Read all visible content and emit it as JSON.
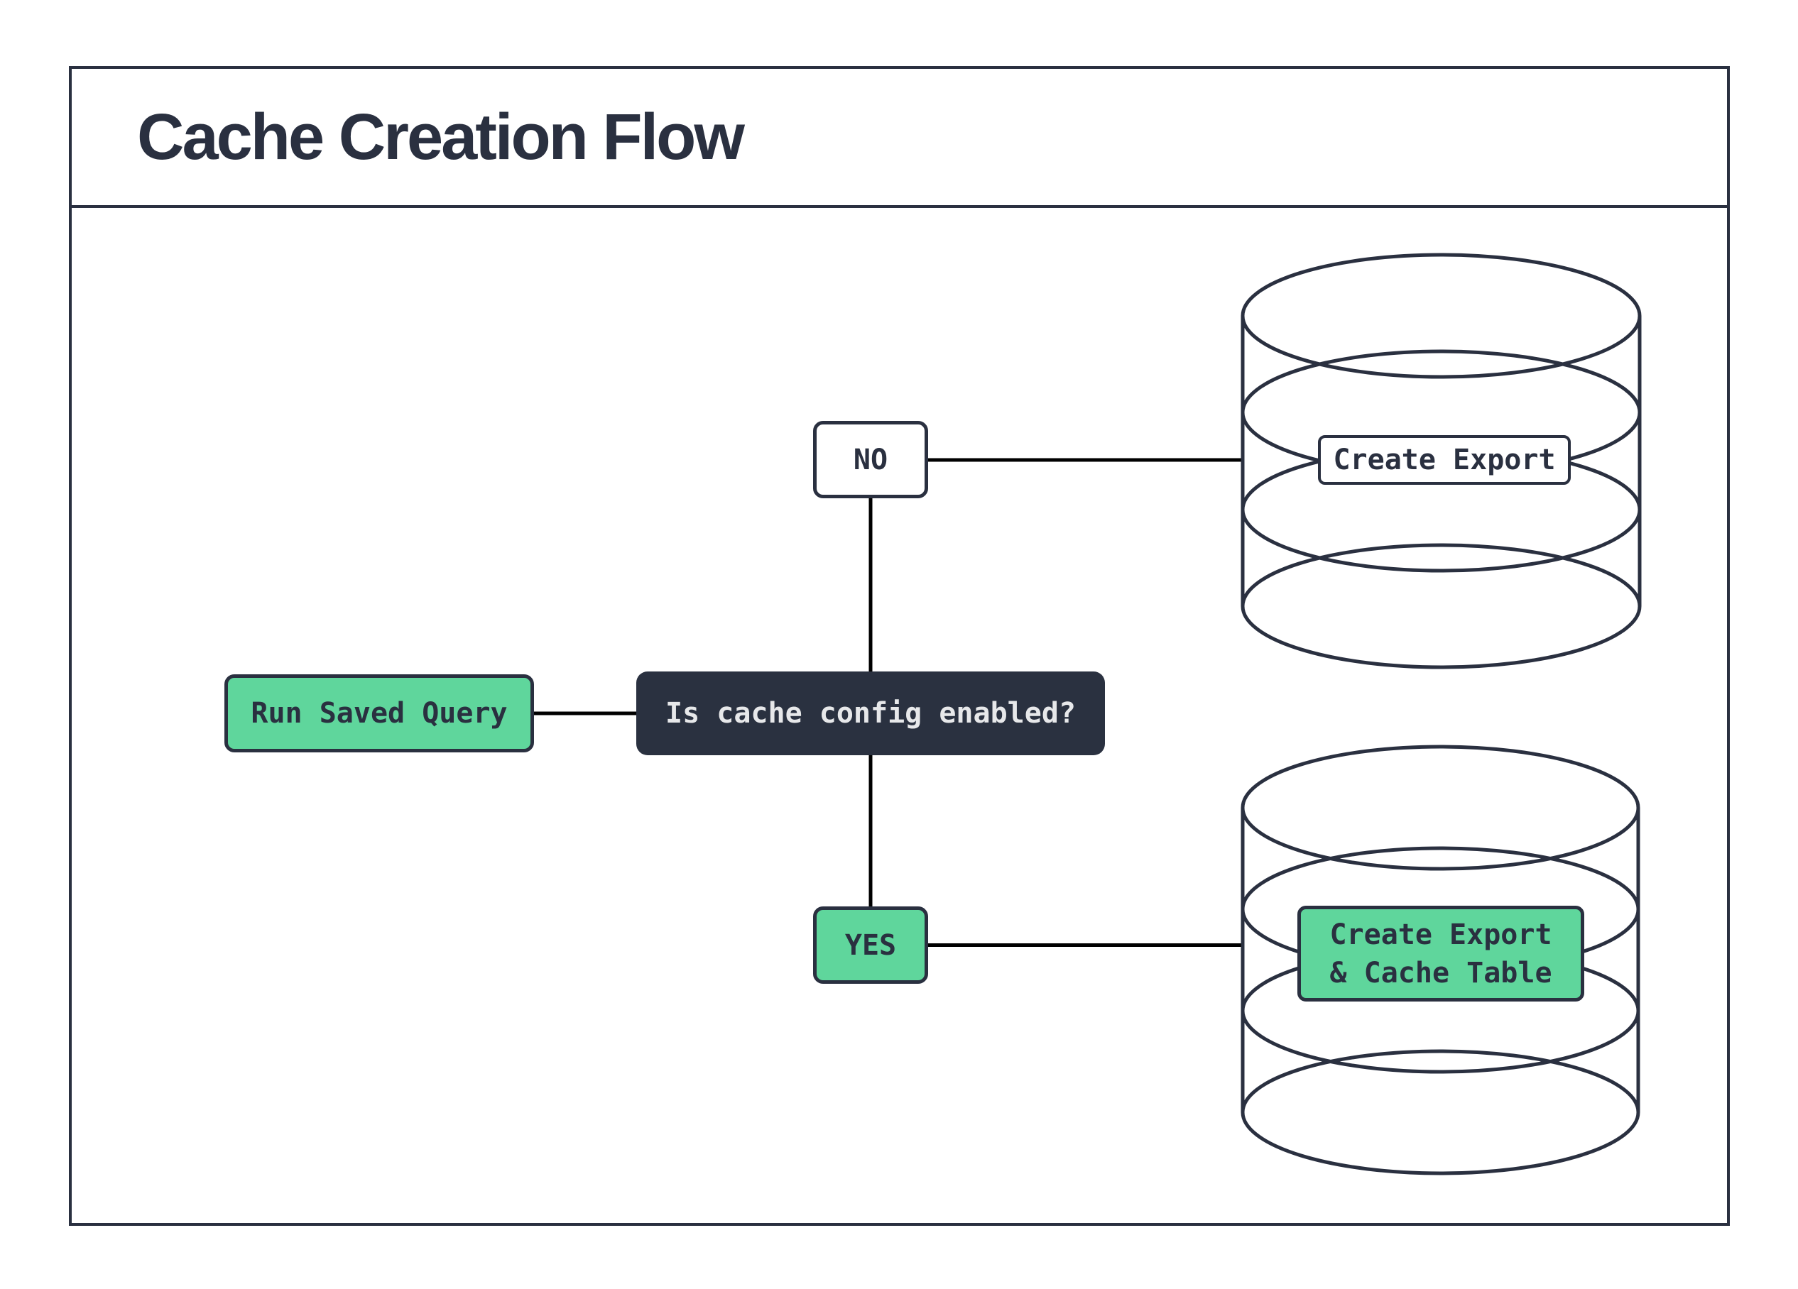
{
  "header": {
    "title": "Cache Creation Flow"
  },
  "colors": {
    "ink": "#2a3040",
    "accent_green": "#5fd69c",
    "decision_bg": "#2a3140",
    "decision_text": "#e7e8ea",
    "connector": "#000000",
    "background": "#ffffff"
  },
  "flow": {
    "start": {
      "label": "Run Saved Query"
    },
    "decision": {
      "label": "Is cache config enabled?"
    },
    "branch_no": {
      "label": "NO"
    },
    "branch_yes": {
      "label": "YES"
    },
    "no_result": {
      "label": "Create Export"
    },
    "yes_result": {
      "lines": [
        "Create Export",
        "& Cache Table"
      ]
    },
    "icons": {
      "no_target": "database-icon",
      "yes_target": "database-icon"
    }
  }
}
